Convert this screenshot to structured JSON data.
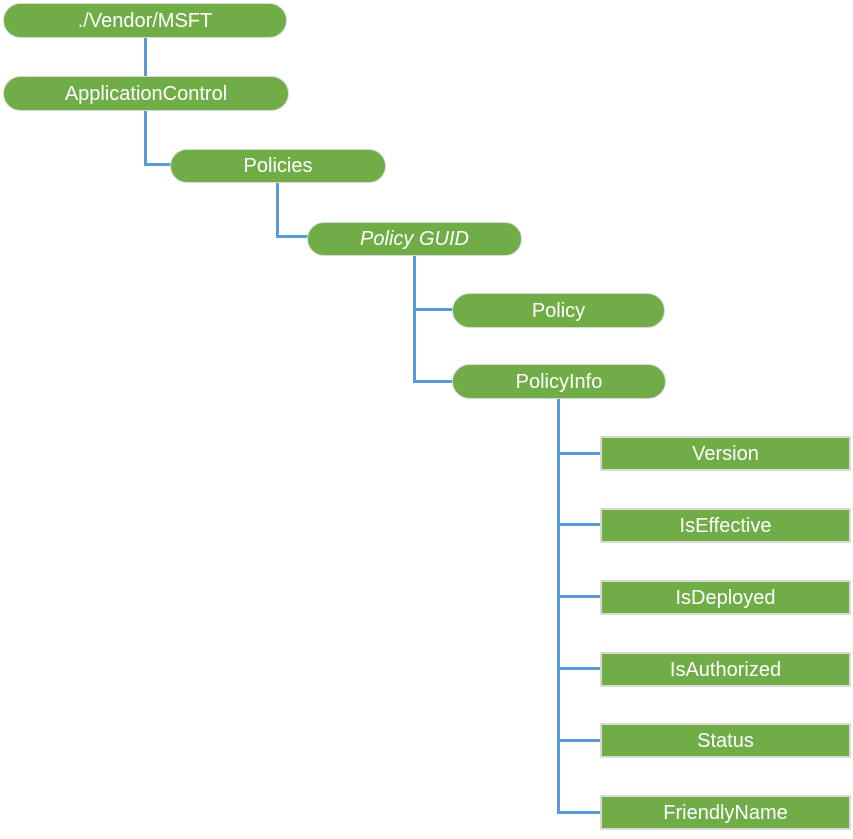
{
  "diagram": {
    "nodes": {
      "root": "./Vendor/MSFT",
      "application_control": "ApplicationControl",
      "policies": "Policies",
      "policy_guid": "Policy GUID",
      "policy": "Policy",
      "policy_info": "PolicyInfo",
      "leaves": [
        "Version",
        "IsEffective",
        "IsDeployed",
        "IsAuthorized",
        "Status",
        "FriendlyName"
      ]
    },
    "colors": {
      "node_fill": "#70AD47",
      "node_border": "#d9d9d9",
      "node_text": "#ffffff",
      "connector": "#5B9BD5",
      "background": "#ffffff"
    }
  }
}
